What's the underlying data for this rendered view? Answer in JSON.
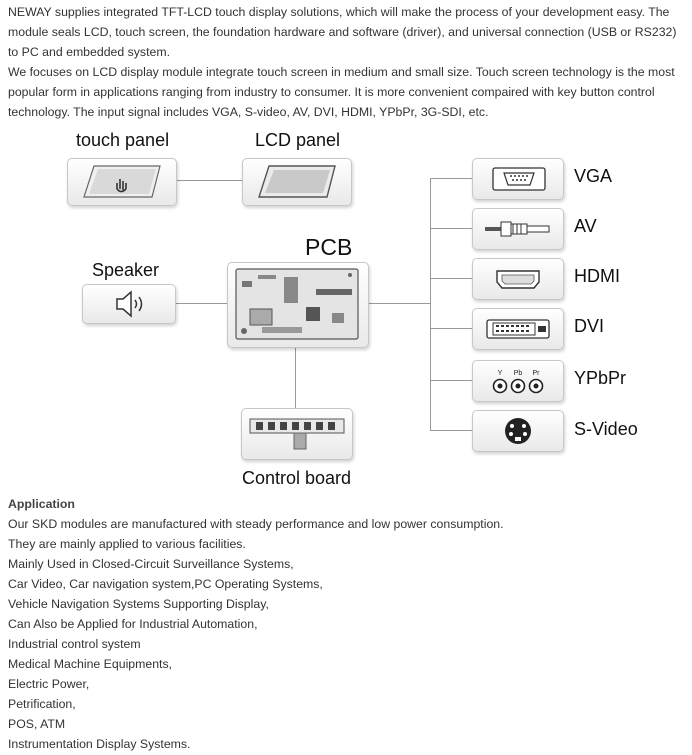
{
  "intro": {
    "p1": "NEWAY supplies integrated TFT-LCD touch display solutions, which will make the process of your development easy. The module seals LCD, touch screen, the foundation hardware and software (driver), and universal connection (USB or RS232) to PC and embedded system.",
    "p2": "We focuses on LCD display module integrate touch screen in medium and small size. Touch screen technology is the most popular form in applications ranging from industry to consumer. It is more convenient compaired with key button control technology. The input signal includes VGA, S-video, AV, DVI, HDMI, YPbPr, 3G-SDI, etc."
  },
  "diagram": {
    "touch_panel": "touch panel",
    "lcd_panel": "LCD panel",
    "pcb": "PCB",
    "speaker": "Speaker",
    "control_board": "Control board",
    "inputs": [
      "VGA",
      "AV",
      "HDMI",
      "DVI",
      "YPbPr",
      "S-Video"
    ],
    "ypbpr_jacks": [
      "Y",
      "Pb",
      "Pr"
    ]
  },
  "application": {
    "heading": "Application",
    "items": [
      "Our SKD modules are manufactured with steady performance and low power consumption.",
      "They are mainly applied to various facilities.",
      "Mainly Used in Closed-Circuit Surveillance Systems,",
      "Car Video, Car navigation system,PC Operating Systems,",
      "Vehicle Navigation Systems Supporting Display,",
      "Can Also be Applied for Industrial Automation,",
      "Industrial control system",
      "Medical Machine Equipments,",
      "Electric Power,",
      "Petrification,",
      "POS, ATM",
      "Instrumentation Display Systems."
    ]
  }
}
